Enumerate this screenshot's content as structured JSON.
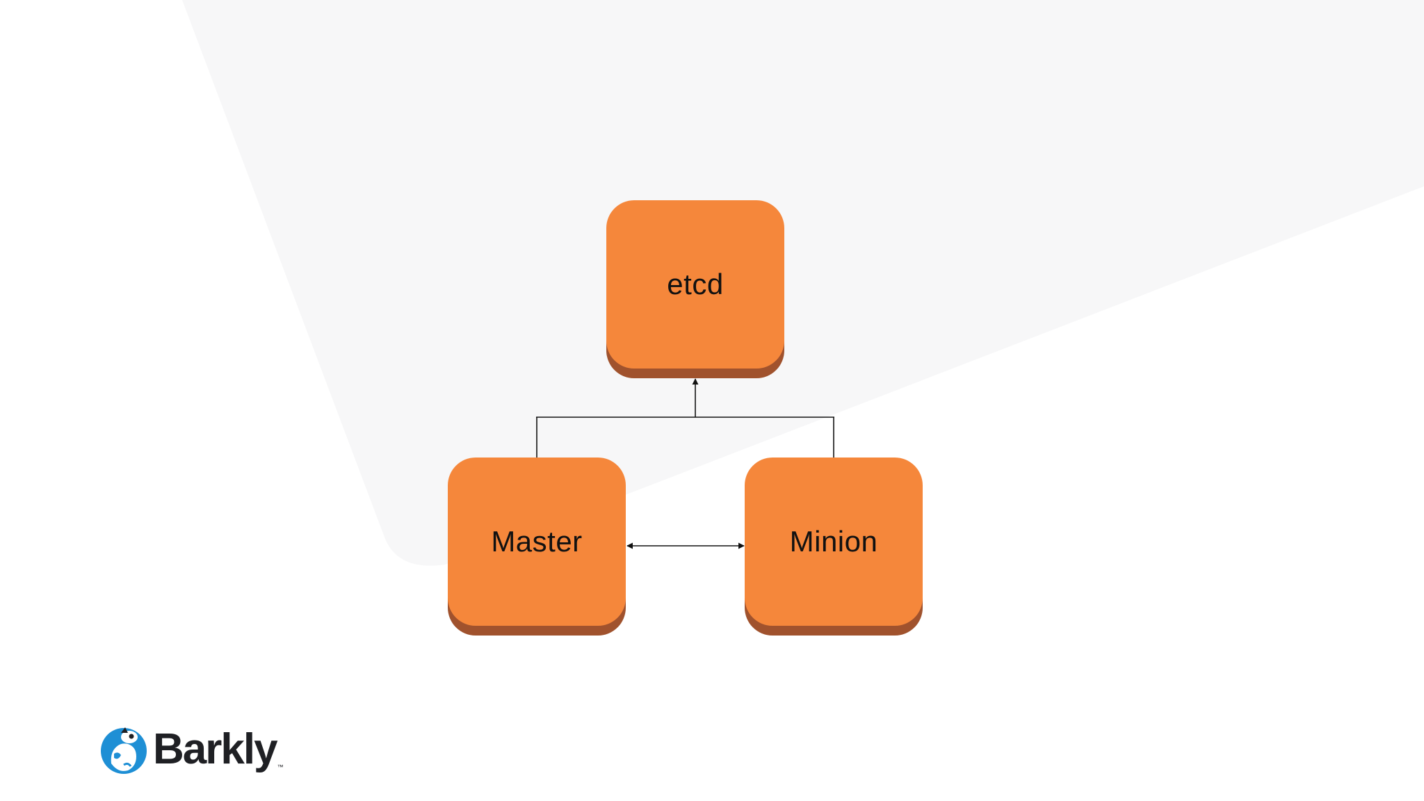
{
  "diagram": {
    "nodes": [
      {
        "id": "etcd",
        "label": "etcd"
      },
      {
        "id": "master",
        "label": "Master"
      },
      {
        "id": "minion",
        "label": "Minion"
      }
    ],
    "edges": [
      {
        "from": "master",
        "to": "etcd",
        "direction": "one-way"
      },
      {
        "from": "minion",
        "to": "etcd",
        "direction": "one-way"
      },
      {
        "from": "master",
        "to": "minion",
        "direction": "two-way"
      }
    ]
  },
  "colors": {
    "node_face": "#f5873b",
    "node_shadow": "#a0522d",
    "background_shape": "#f7f7f8",
    "connector": "#111111",
    "logo_blue": "#1e8fd5"
  },
  "branding": {
    "logo_text": "Barkly",
    "trademark": "™",
    "icon": "dog-icon"
  }
}
